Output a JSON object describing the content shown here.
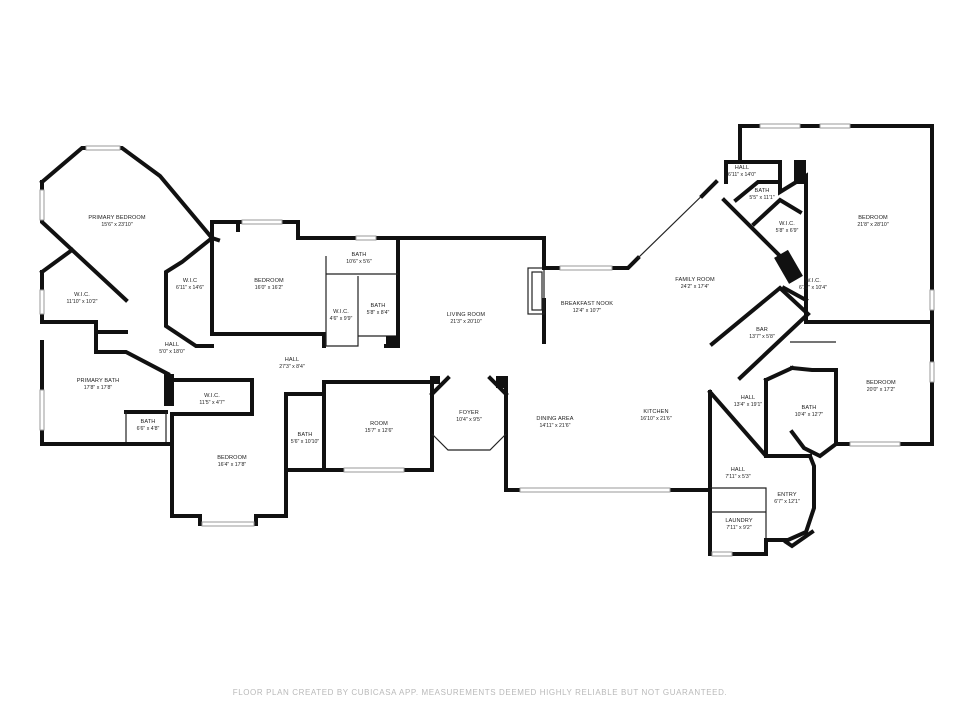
{
  "rooms": [
    {
      "name": "PRIMARY BEDROOM",
      "dims": "15'6\" x 23'10\""
    },
    {
      "name": "W.I.C.",
      "dims": "11'10\" x 10'2\""
    },
    {
      "name": "W.I.C",
      "dims": "6'11\" x 14'6\""
    },
    {
      "name": "BEDROOM",
      "dims": "16'0\" x 16'2\""
    },
    {
      "name": "BATH",
      "dims": "10'6\" x 5'6\""
    },
    {
      "name": "W.I.C.",
      "dims": "4'6\" x 9'9\""
    },
    {
      "name": "BATH",
      "dims": "5'8\" x 8'4\""
    },
    {
      "name": "LIVING ROOM",
      "dims": "21'3\" x 20'10\""
    },
    {
      "name": "BREAKFAST NOOK",
      "dims": "12'4\" x 10'7\""
    },
    {
      "name": "FAMILY ROOM",
      "dims": "24'2\" x 17'4\""
    },
    {
      "name": "HALL",
      "dims": "6'11\" x 14'0\""
    },
    {
      "name": "BATH",
      "dims": "5'5\" x 11'1\""
    },
    {
      "name": "W.I.C.",
      "dims": "5'8\" x 6'9\""
    },
    {
      "name": "BEDROOM",
      "dims": "21'8\" x 28'10\""
    },
    {
      "name": "W.I.C.",
      "dims": "6'11\" x 10'4\""
    },
    {
      "name": "BAR",
      "dims": "13'7\" x 5'8\""
    },
    {
      "name": "HALL",
      "dims": "5'0\" x 18'0\""
    },
    {
      "name": "HALL",
      "dims": "27'3\" x 8'4\""
    },
    {
      "name": "PRIMARY BATH",
      "dims": "17'8\" x 17'8\""
    },
    {
      "name": "W.I.C.",
      "dims": "11'5\" x 4'7\""
    },
    {
      "name": "BATH",
      "dims": "6'6\" x 4'8\""
    },
    {
      "name": "BEDROOM",
      "dims": "16'4\" x 17'8\""
    },
    {
      "name": "BATH",
      "dims": "5'6\" x 10'10\""
    },
    {
      "name": "ROOM",
      "dims": "15'7\" x 12'6\""
    },
    {
      "name": "FOYER",
      "dims": "10'4\" x 9'5\""
    },
    {
      "name": "DINING AREA",
      "dims": "14'11\" x 21'6\""
    },
    {
      "name": "KITCHEN",
      "dims": "16'10\" x 21'6\""
    },
    {
      "name": "HALL",
      "dims": "13'4\" x 19'1\""
    },
    {
      "name": "BATH",
      "dims": "10'4\" x 12'7\""
    },
    {
      "name": "BEDROOM",
      "dims": "20'0\" x 17'2\""
    },
    {
      "name": "HALL",
      "dims": "7'11\" x 5'3\""
    },
    {
      "name": "ENTRY",
      "dims": "6'7\" x 12'1\""
    },
    {
      "name": "LAUNDRY",
      "dims": "7'11\" x 9'2\""
    }
  ],
  "footer": "FLOOR PLAN CREATED BY CUBICASA APP. MEASUREMENTS DEEMED HIGHLY RELIABLE BUT NOT GUARANTEED."
}
